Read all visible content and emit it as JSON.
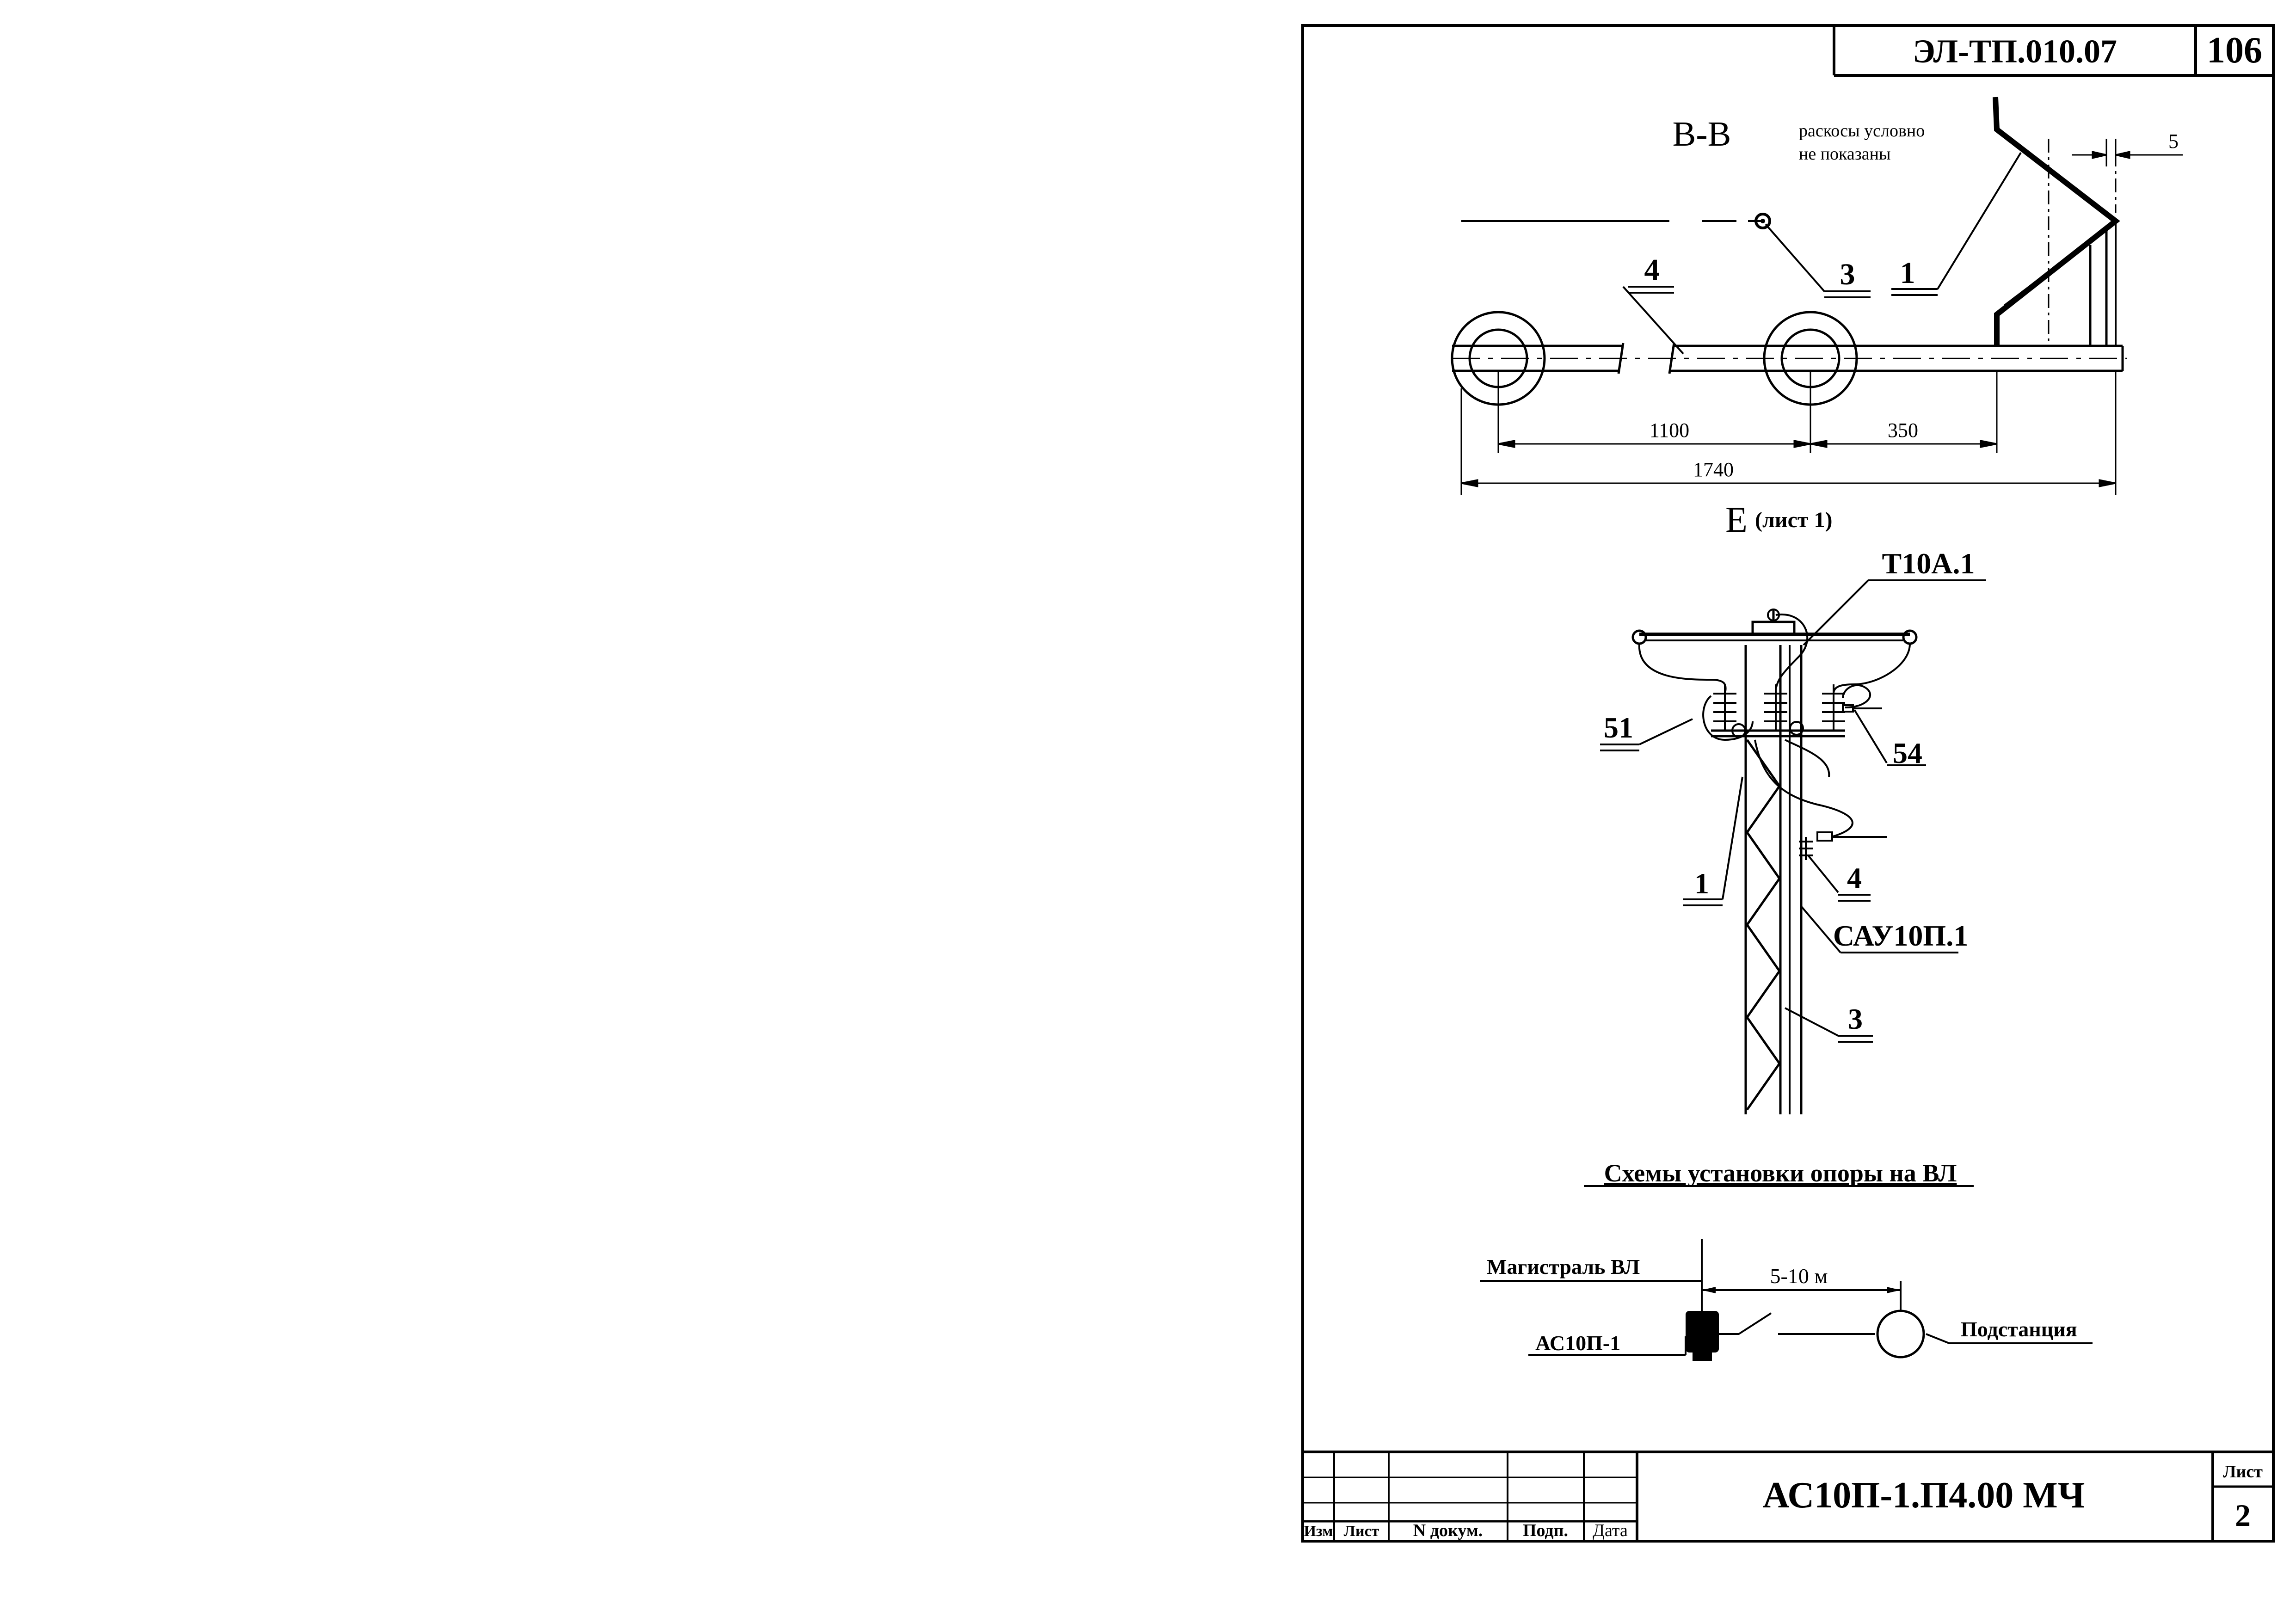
{
  "header": {
    "doc_code": "ЭЛ-ТП.010.07",
    "page_number": "106"
  },
  "section_bb": {
    "title": "В-В",
    "note_line1": "раскосы условно",
    "note_line2": "не показаны",
    "callout_5": "5",
    "label_3": "3",
    "label_1": "1",
    "label_4": "4",
    "dim_1100": "1100",
    "dim_350": "350",
    "dim_1740": "1740"
  },
  "view_e": {
    "title_letter": "Е",
    "title_ref": "(лист 1)",
    "label_t10a": "Т10А.1",
    "label_51": "51",
    "label_54": "54",
    "label_1": "1",
    "label_4": "4",
    "label_sau": "САУ10П.1",
    "label_3": "3"
  },
  "scheme": {
    "title": "Схемы установки опоры на ВЛ",
    "mainline_label": "Магистраль ВЛ",
    "device_label": "АС10П-1",
    "distance_label": "5-10 м",
    "substation_label": "Подстанция"
  },
  "title_block": {
    "col_izm": "Изм",
    "col_list": "Лист",
    "col_ndoc": "N докум.",
    "col_podp": "Подп.",
    "col_data": "Дата",
    "designation": "АС10П-1.П4.00 МЧ",
    "sheet_label": "Лист",
    "sheet_number": "2"
  }
}
